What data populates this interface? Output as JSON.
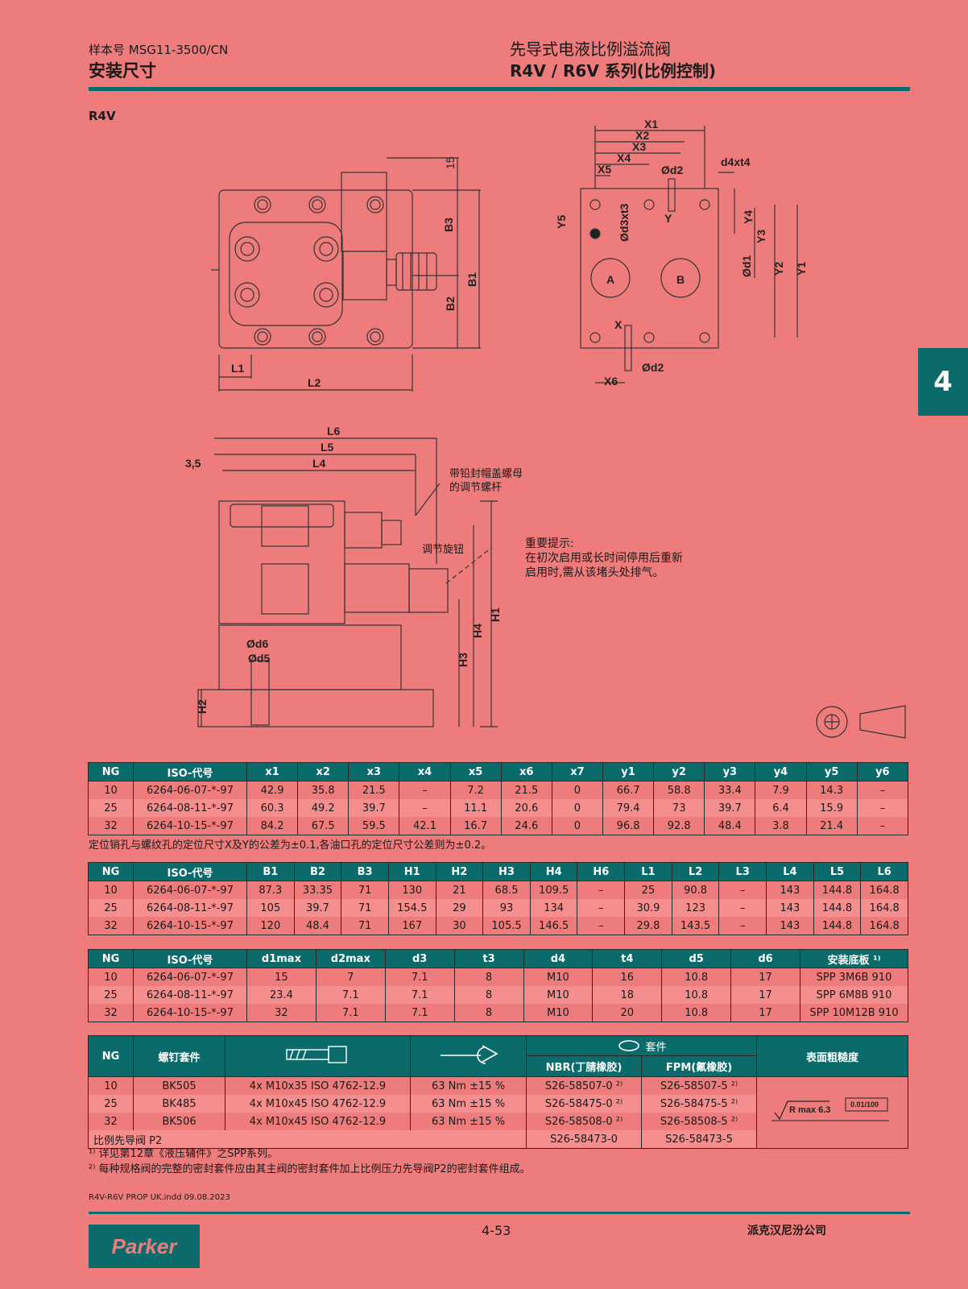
{
  "header": {
    "catalog_no": "样本号 MSG11-3500/CN",
    "section": "安装尺寸",
    "title_cn": "先导式电液比例溢流阀",
    "title_series": "R4V / R6V 系列(比例控制)"
  },
  "side_tab": "4",
  "model_label": "R4V",
  "drawing": {
    "labels_top": [
      "15",
      "B3",
      "B1",
      "B2",
      "L1",
      "L2"
    ],
    "labels_port": [
      "X1",
      "X2",
      "X3",
      "X4",
      "X5",
      "Ød2",
      "d4xt4",
      "Y5",
      "Ød3xt3",
      "Y",
      "Y4",
      "Y3",
      "Ød1",
      "Y2",
      "Y1",
      "A",
      "B",
      "X",
      "X6",
      "Ød2"
    ],
    "labels_side": [
      "L6",
      "L5",
      "L4",
      "3,5",
      "H1",
      "H4",
      "H3",
      "H2",
      "Ød6",
      "Ød5"
    ],
    "callout_adjust_screw": "带铅封帽盖螺母\n的调节螺杆",
    "callout_knob": "调节旋钮",
    "callout_note": "重要提示:\n在初次启用或长时间停用后重新\n启用时,需从该堵头处排气。"
  },
  "table1": {
    "headers": [
      "NG",
      "ISO-代号",
      "x1",
      "x2",
      "x3",
      "x4",
      "x5",
      "x6",
      "x7",
      "y1",
      "y2",
      "y3",
      "y4",
      "y5",
      "y6"
    ],
    "rows": [
      [
        "10",
        "6264-06-07-*-97",
        "42.9",
        "35.8",
        "21.5",
        "–",
        "7.2",
        "21.5",
        "0",
        "66.7",
        "58.8",
        "33.4",
        "7.9",
        "14.3",
        "–"
      ],
      [
        "25",
        "6264-08-11-*-97",
        "60.3",
        "49.2",
        "39.7",
        "–",
        "11.1",
        "20.6",
        "0",
        "79.4",
        "73",
        "39.7",
        "6.4",
        "15.9",
        "–"
      ],
      [
        "32",
        "6264-10-15-*-97",
        "84.2",
        "67.5",
        "59.5",
        "42.1",
        "16.7",
        "24.6",
        "0",
        "96.8",
        "92.8",
        "48.4",
        "3.8",
        "21.4",
        "–"
      ]
    ],
    "note": "定位销孔与螺纹孔的定位尺寸X及Y的公差为±0.1,各油口孔的定位尺寸公差则为±0.2。"
  },
  "table2": {
    "headers": [
      "NG",
      "ISO-代号",
      "B1",
      "B2",
      "B3",
      "H1",
      "H2",
      "H3",
      "H4",
      "H6",
      "L1",
      "L2",
      "L3",
      "L4",
      "L5",
      "L6"
    ],
    "rows": [
      [
        "10",
        "6264-06-07-*-97",
        "87.3",
        "33.35",
        "71",
        "130",
        "21",
        "68.5",
        "109.5",
        "–",
        "25",
        "90.8",
        "–",
        "143",
        "144.8",
        "164.8"
      ],
      [
        "25",
        "6264-08-11-*-97",
        "105",
        "39.7",
        "71",
        "154.5",
        "29",
        "93",
        "134",
        "–",
        "30.9",
        "123",
        "–",
        "143",
        "144.8",
        "164.8"
      ],
      [
        "32",
        "6264-10-15-*-97",
        "120",
        "48.4",
        "71",
        "167",
        "30",
        "105.5",
        "146.5",
        "–",
        "29.8",
        "143.5",
        "–",
        "143",
        "144.8",
        "164.8"
      ]
    ]
  },
  "table3": {
    "headers": [
      "NG",
      "ISO-代号",
      "d1max",
      "d2max",
      "d3",
      "t3",
      "d4",
      "t4",
      "d5",
      "d6",
      "安装底板 ¹⁾"
    ],
    "rows": [
      [
        "10",
        "6264-06-07-*-97",
        "15",
        "7",
        "7.1",
        "8",
        "M10",
        "16",
        "10.8",
        "17",
        "SPP 3M6B 910"
      ],
      [
        "25",
        "6264-08-11-*-97",
        "23.4",
        "7.1",
        "7.1",
        "8",
        "M10",
        "18",
        "10.8",
        "17",
        "SPP 6M8B 910"
      ],
      [
        "32",
        "6264-10-15-*-97",
        "32",
        "7.1",
        "7.1",
        "8",
        "M10",
        "20",
        "10.8",
        "17",
        "SPP 10M12B 910"
      ]
    ]
  },
  "table4": {
    "h_ng": "NG",
    "h_kit": "螺钉套件",
    "h_seal": "套件",
    "h_nbr": "NBR(丁腈橡胶)",
    "h_fpm": "FPM(氟橡胶)",
    "h_rough": "表面粗糙度",
    "rows": [
      [
        "10",
        "BK505",
        "4x M10x35  ISO 4762-12.9",
        "63 Nm ±15 %",
        "S26-58507-0 ²⁾",
        "S26-58507-5 ²⁾"
      ],
      [
        "25",
        "BK485",
        "4x M10x45  ISO 4762-12.9",
        "63 Nm ±15 %",
        "S26-58475-0 ²⁾",
        "S26-58475-5 ²⁾"
      ],
      [
        "32",
        "BK506",
        "4x M10x45  ISO 4762-12.9",
        "63 Nm ±15 %",
        "S26-58508-0 ²⁾",
        "S26-58508-5 ²⁾"
      ]
    ],
    "pilot_row": [
      "比例先导阀 P2",
      "S26-58473-0",
      "S26-58473-5"
    ],
    "rough_value": "R max 6.3",
    "flat_value": "0.01/100"
  },
  "footnotes": [
    "¹⁾ 详见第12章《液压辅件》之SPP系列。",
    "²⁾ 每种规格阀的完整的密封套件应由其主阀的密封套件加上比例压力先导阀P2的密封套件组成。"
  ],
  "file_info": "R4V-R6V PROP UK.indd 09.08.2023",
  "page_no": "4-53",
  "company": "派克汉尼汾公司",
  "logo_text": "Parker"
}
